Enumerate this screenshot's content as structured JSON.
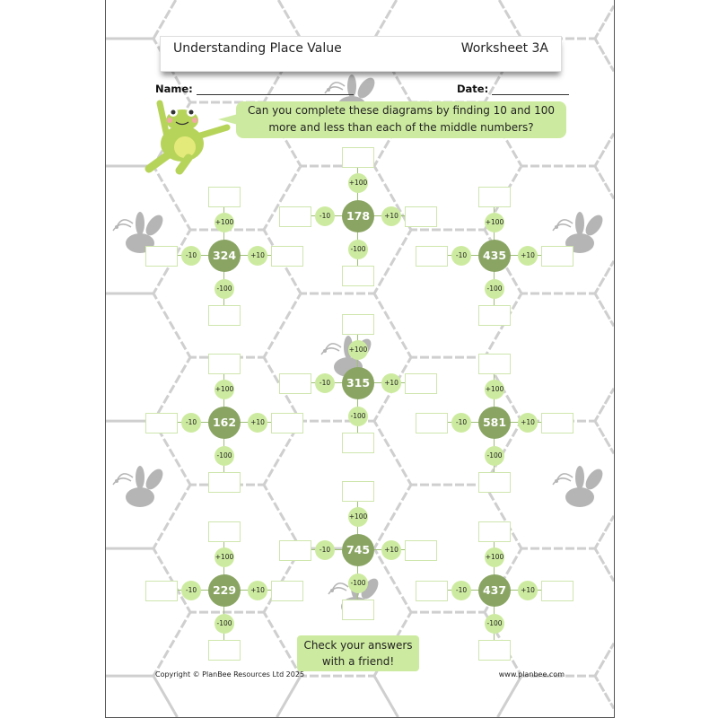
{
  "header": {
    "title": "Understanding Place Value",
    "worksheet": "Worksheet 3A"
  },
  "fields": {
    "name_label": "Name:",
    "date_label": "Date:"
  },
  "instruction": "Can you complete these diagrams by finding 10 and 100 more and less than each of the middle numbers?",
  "operators": {
    "up": "+100",
    "down": "-100",
    "left": "-10",
    "right": "+10"
  },
  "diagrams": [
    {
      "value": "324"
    },
    {
      "value": "178"
    },
    {
      "value": "435"
    },
    {
      "value": "162"
    },
    {
      "value": "315"
    },
    {
      "value": "581"
    },
    {
      "value": "229"
    },
    {
      "value": "745"
    },
    {
      "value": "437"
    }
  ],
  "check_note": "Check your answers with a friend!",
  "footer": {
    "copyright": "Copyright © PlanBee Resources Ltd 2025",
    "website": "www.planbee.com"
  },
  "colors": {
    "center": "#8aa563",
    "operator": "#cdeba0",
    "box_border": "#cfe6ae",
    "bubble": "#cdeba0",
    "bee": "#a9a9a9"
  }
}
